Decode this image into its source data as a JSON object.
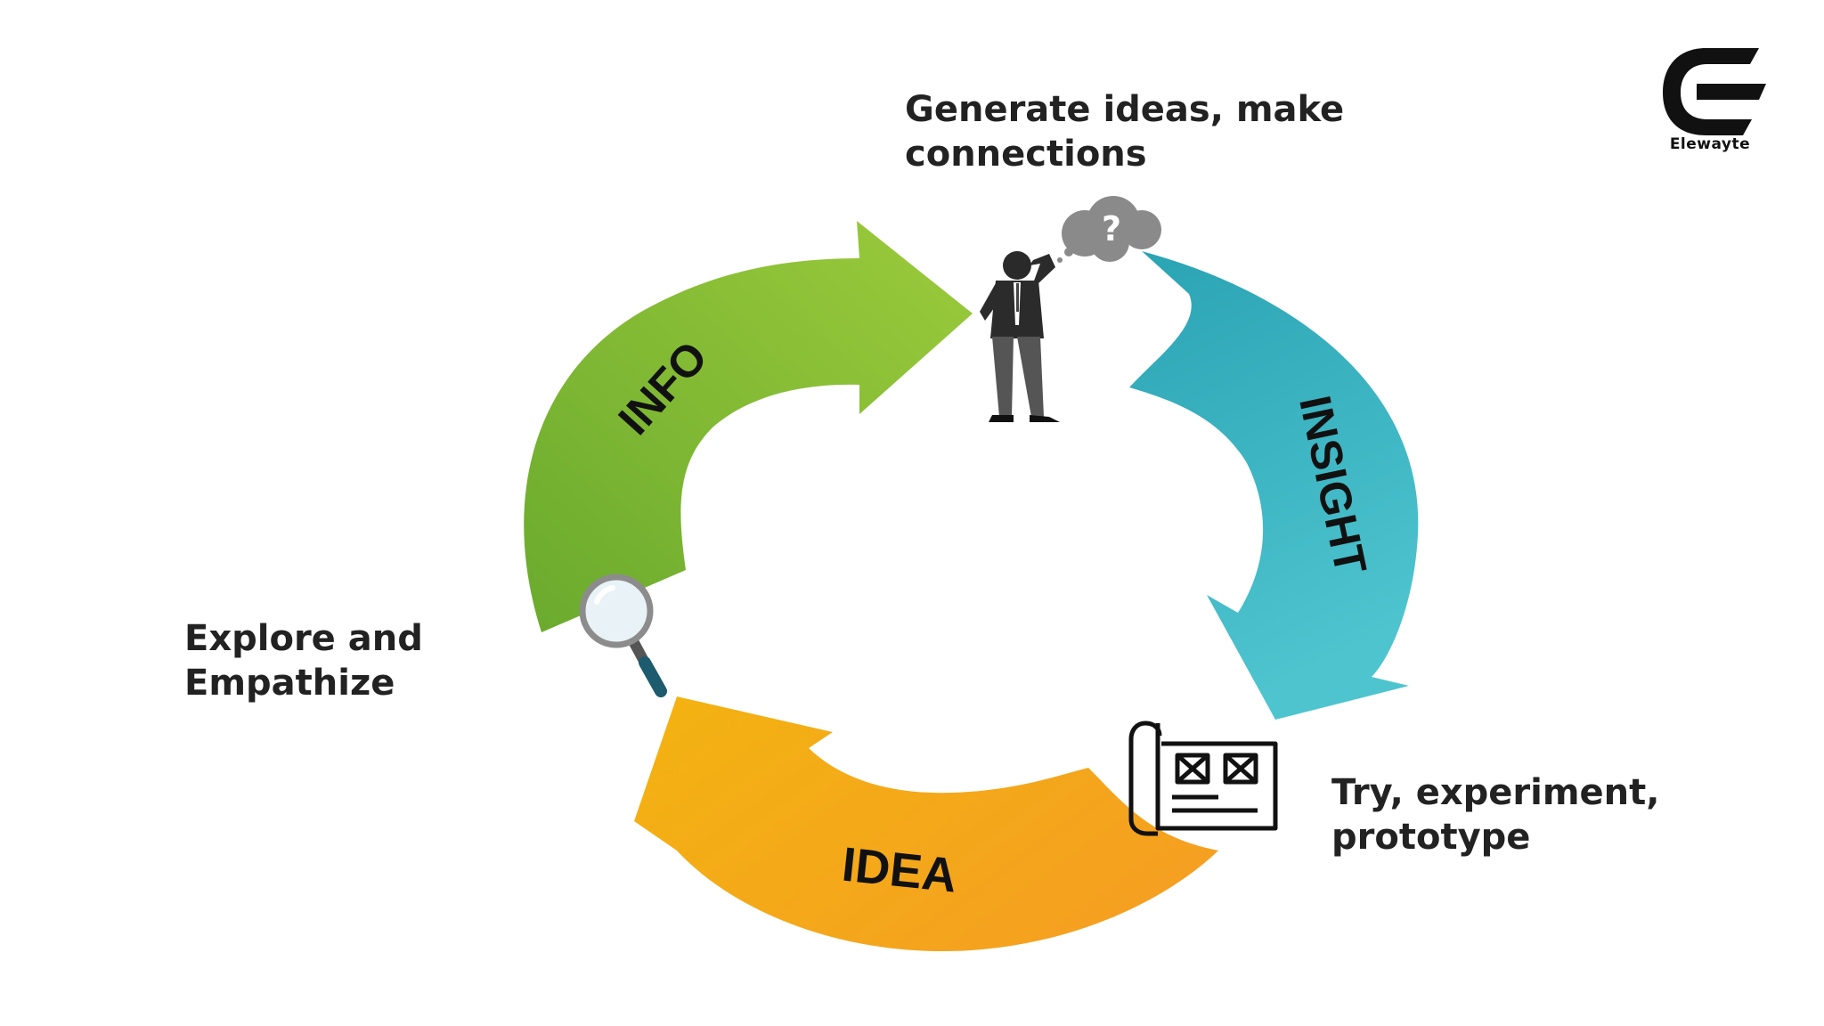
{
  "colors": {
    "info_start": "#9ccb3b",
    "info_end": "#6aaa2e",
    "insight_start": "#2aa3b3",
    "insight_end": "#4ec4cf",
    "idea_start": "#f3b311",
    "idea_end": "#f5a020",
    "text": "#222222"
  },
  "segments": {
    "info": {
      "label": "INFO"
    },
    "insight": {
      "label": "INSIGHT"
    },
    "idea": {
      "label": "IDEA"
    }
  },
  "captions": {
    "top": {
      "line1": "Generate ideas, make",
      "line2": "connections"
    },
    "left": {
      "line1": "Explore and",
      "line2": "Empathize"
    },
    "right": {
      "line1": "Try, experiment,",
      "line2": "prototype"
    }
  },
  "logo": {
    "name": "Elewayte"
  },
  "icons": {
    "thinking_person": "thinking-person-icon",
    "question_cloud": "question-cloud-icon",
    "magnifier": "magnifying-glass-icon",
    "prototype": "blueprint-scroll-icon"
  }
}
